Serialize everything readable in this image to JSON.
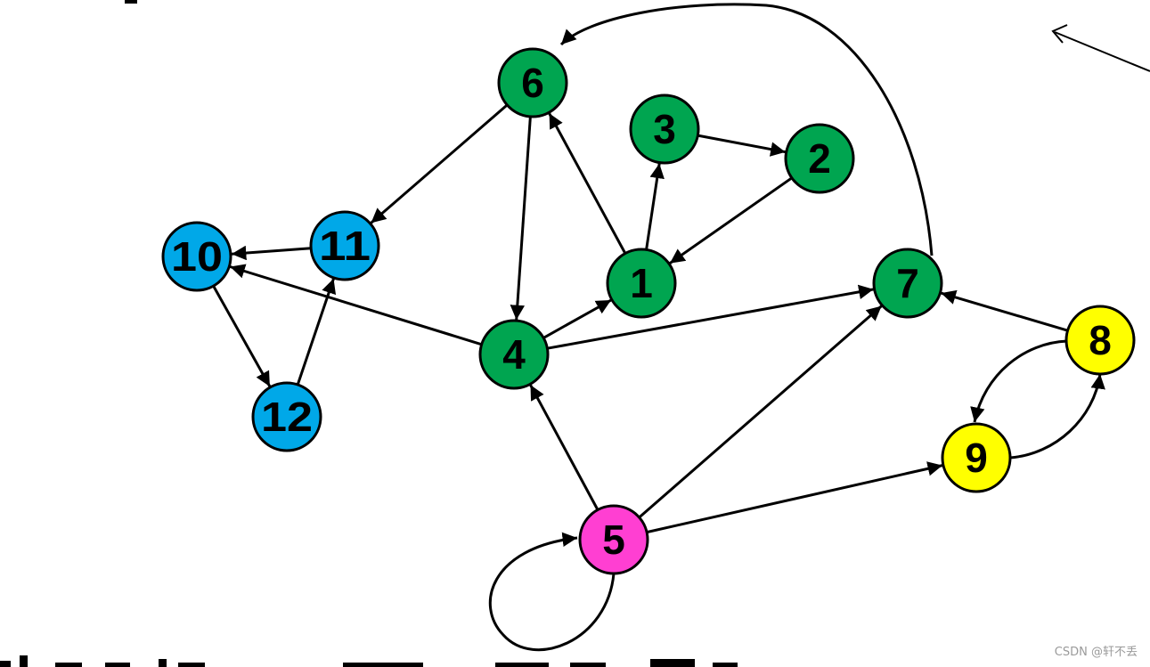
{
  "colors": {
    "green": "#00A550",
    "blue": "#00A8E8",
    "yellow": "#FFFF00",
    "magenta": "#FF3FD2",
    "stroke": "#000000"
  },
  "nodes": [
    {
      "id": "1",
      "label": "1",
      "group": "green"
    },
    {
      "id": "2",
      "label": "2",
      "group": "green"
    },
    {
      "id": "3",
      "label": "3",
      "group": "green"
    },
    {
      "id": "4",
      "label": "4",
      "group": "green"
    },
    {
      "id": "5",
      "label": "5",
      "group": "magenta"
    },
    {
      "id": "6",
      "label": "6",
      "group": "green"
    },
    {
      "id": "7",
      "label": "7",
      "group": "green"
    },
    {
      "id": "8",
      "label": "8",
      "group": "yellow"
    },
    {
      "id": "9",
      "label": "9",
      "group": "yellow"
    },
    {
      "id": "10",
      "label": "10",
      "group": "blue"
    },
    {
      "id": "11",
      "label": "11",
      "group": "blue"
    },
    {
      "id": "12",
      "label": "12",
      "group": "blue"
    }
  ],
  "edges": [
    {
      "from": "6",
      "to": "4"
    },
    {
      "from": "6",
      "to": "11"
    },
    {
      "from": "1",
      "to": "6"
    },
    {
      "from": "1",
      "to": "3"
    },
    {
      "from": "3",
      "to": "2"
    },
    {
      "from": "2",
      "to": "1"
    },
    {
      "from": "4",
      "to": "1"
    },
    {
      "from": "4",
      "to": "7"
    },
    {
      "from": "4",
      "to": "10"
    },
    {
      "from": "11",
      "to": "10"
    },
    {
      "from": "10",
      "to": "12"
    },
    {
      "from": "12",
      "to": "11"
    },
    {
      "from": "5",
      "to": "4"
    },
    {
      "from": "5",
      "to": "7"
    },
    {
      "from": "5",
      "to": "9"
    },
    {
      "from": "8",
      "to": "7"
    },
    {
      "from": "8",
      "to": "9"
    },
    {
      "from": "9",
      "to": "8"
    },
    {
      "from": "7",
      "to": "6"
    },
    {
      "from": "5",
      "to": "5"
    }
  ],
  "watermark": "CSDN @轩不丢"
}
